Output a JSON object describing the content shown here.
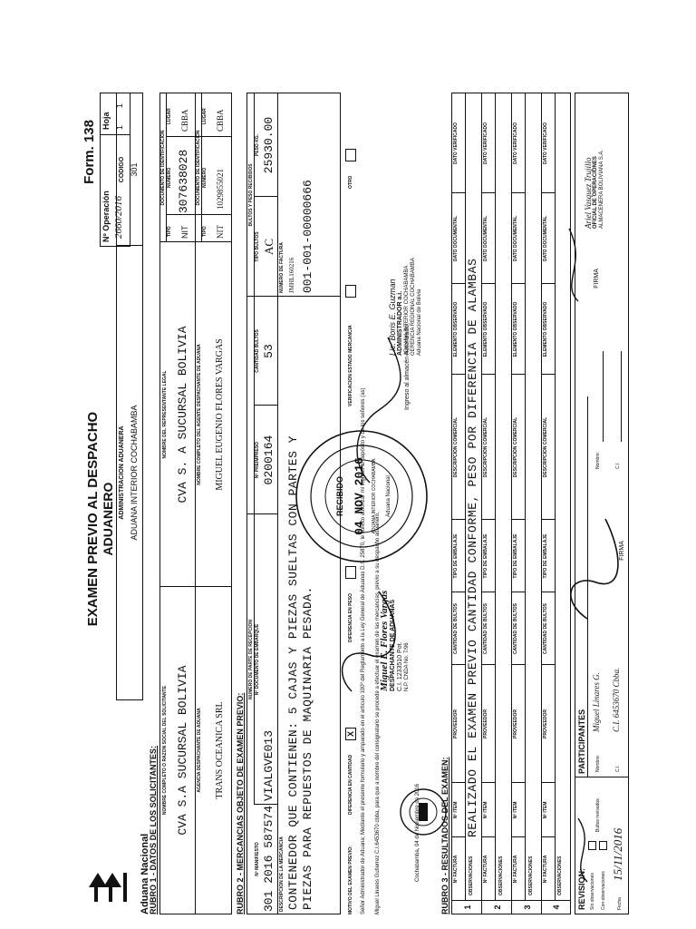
{
  "colors": {
    "ink": "#111111",
    "paper": "#ffffff"
  },
  "header": {
    "brand": "Aduana Nacional",
    "title_line1": "EXAMEN PREVIO AL DESPACHO",
    "title_line2": "ADUANERO",
    "form_label": "Form. 138",
    "operation_label": "Nº Operación",
    "operation_value": "2660/2016",
    "hoja_label": "Hoja",
    "hoja_values": [
      "1",
      "1"
    ],
    "admin_label": "ADMINISTRACION ADUANERA",
    "admin_value": "ADUANA INTERIOR COCHABAMBA",
    "codigo_label": "CODIGO",
    "codigo_value": "301"
  },
  "rubro1": {
    "title": "RUBRO 1 - DATOS DE LOS SOLICITANTES:",
    "col_solicitante": "NOMBRE COMPLETO O RAZON SOCIAL DEL SOLICITANTE",
    "col_representante": "NOMBRE DEL REPRESENTANTE LEGAL",
    "col_doc": "DOCUMENTO DE IDENTIFICACION",
    "col_tipo": "TIPO",
    "col_numero": "NUMERO",
    "col_lugar": "LUGAR",
    "solicitante_value": "CVA S.A SUCURSAL BOLIVIA",
    "representante_value": "CVA S. A SUCURSAL BOLIVIA",
    "tipo_value": "NIT",
    "numero_value": "307638028",
    "lugar_value": "CBBA",
    "col_agencia": "AGENCIA DESPACHANTE DE ADUANA",
    "col_agente": "NOMBRE COMPLETO DEL AGENTE DESPACHANTE DE ADUANA",
    "agencia_value": "TRANS OCEANICA SRL",
    "agente_value": "MIGUEL EUGENIO FLORES VARGAS",
    "tipo2_value": "NIT",
    "numero2_value": "1029855021",
    "lugar2_value": "CBBA"
  },
  "rubro2": {
    "title": "RUBRO 2 - MERCANCIAS OBJETO DE EXAMEN PREVIO:",
    "parte_label": "NUMERO DE PARTE DE RECEPCION",
    "col_manifiesto": "Nº MANIFIESTO",
    "col_doc_embarque": "Nº DOCUMENTO DE EMBARQUE",
    "col_preimpreso": "Nº PREIMPRESO",
    "col_cantidad": "CANTIDAD BULTOS",
    "bultos_label": "BULTOS Y PESO RECIBIDOS",
    "col_tipo_bultos": "TIPO BULTOS",
    "col_peso": "PESO KG.",
    "manifiesto_value": "301 2016 587574",
    "doc_embarque_value": "VIALGVE013",
    "preimpreso_value": "0200164",
    "cantidad_value": "53",
    "tipo_bultos_value": "AC",
    "peso_value": "25930.00",
    "desc_label": "DESCRIPCION DE LA MERCANCIA",
    "desc_line1": "CONTENEDOR QUE CONTIENEN: 5 CAJAS Y PIEZAS SUELTAS CON PARTES Y",
    "desc_line2": "PIEZAS PARA REPUESTOS DE MAQUINARIA PESADA.",
    "factura_label": "NUMERO DE FACTURA",
    "factura_value1": "JMHL160216",
    "factura_value2": "001-001-00000666"
  },
  "motivo": {
    "label": "MOTIVO DEL EXAMEN PREVIO:",
    "opt1": "DIFERENCIA EN CANTIDAD",
    "opt1_mark": "X",
    "opt2": "DIFERENCIA EN PESO",
    "opt3": "VERIFICACION ESTADO MERCANCIA",
    "opt4": "OTRO",
    "text1": "Señor Administrador de Aduana: Mediante el presente formulario y amparado en el artículo 100º del Reglamento a la Ley General de Aduanas D.S. 25870, le solicito autorizar mi ingreso al depósito y de los señores (as)",
    "text2": "Miguel Linares Gutierrez  C.I.6453670 cbba,  para que a nombre del consignatario se procede a efectuar el examen de las mercancías, previo a su despacho aduanero.",
    "place_date": "Cochabamba, 04 de Noviembre de 2016",
    "autorizado": "Ingreso al almacén Autorizado:"
  },
  "rubro3": {
    "title": "RUBRO 3 - RESULTADOS DEL EXAMEN:",
    "col_factura": "Nº FACTURA",
    "col_item": "Nº ITEM",
    "col_proveedor": "PROVEEDOR",
    "col_cant_bultos": "CANTIDAD DE BULTOS",
    "col_tipo_embalaje": "TIPO DE EMBALAJE",
    "col_desc_comercial": "DESCRIPCION COMERCIAL",
    "col_elemento": "ELEMENTO OBSERVADO",
    "col_dato_doc": "DATO DOCUMENTAL",
    "col_dato_ver": "DATO VERIFICADO",
    "obs_label": "OBSERVACIONES",
    "row_numbers": [
      "1",
      "2",
      "3",
      "4"
    ],
    "obs1_value": "REALIZADO EL EXAMEN PREVIO CANTIDAD CONFORME, PESO POR DIFERENCIA DE ALAMBAS"
  },
  "footer": {
    "revision_label": "REVISION:",
    "sin_obs": "Sin observaciones",
    "con_obs": "Con observaciones",
    "bultos_revisados": "Bultos revisados:",
    "fecha_label": "Fecha",
    "fecha_value": "15/11/2016",
    "participantes_label": "PARTICIPANTES",
    "nombre_label": "Nombre:",
    "ci_label": "C.I.",
    "firma_label": "FIRMA",
    "participante1_nombre": "Miguel Linares G.",
    "participante1_ci": "C.I. 6453670 Cbba.",
    "firma_footer": "FIRMA"
  },
  "stamps": {
    "despachante_name": "Miguel E. Flores Vargas",
    "despachante_title": "DESPACHANTE DE ADUANAS",
    "despachante_ci": "C.I. 1233510 Pot.",
    "despachante_np": "N.P. CNDA No. 7/96",
    "round_stamp_text": "AGENCIA DESPACHANTE DE ADUANAS TRANS OCEANICA BOLIVIA",
    "date_stamp": "04 NOV 2016",
    "date_stamp_label": "RECIBIDO",
    "date_stamp_org": "ADUANA INTERIOR COCHABAMBA",
    "date_stamp_footer": "Aduana Nacional",
    "admin_stamp_name": "Lic. Boris E. Guzman",
    "admin_stamp_title": "ADMINISTRADOR a.i.",
    "admin_stamp_org": "ADUANA INTERIOR COCHABAMBA",
    "admin_stamp_gerencia": "GERENCIA REGIONAL COCHABAMBA",
    "admin_stamp_footer": "Aduana Nacional de Bolivia",
    "ariel_name": "Ariel Vasquez Trujillo",
    "ariel_title": "OFICIAL DE OPERACIONES",
    "ariel_org": "ALMACENERA BOLIVIANA S.A."
  }
}
